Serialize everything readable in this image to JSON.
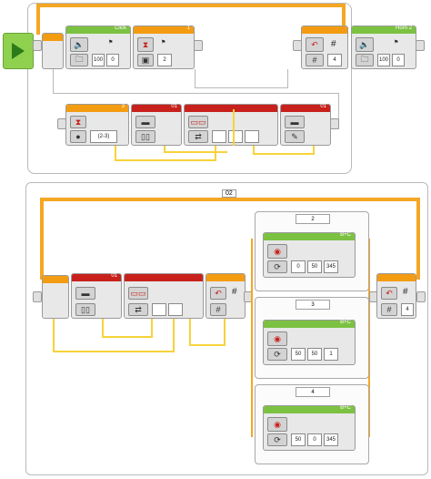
{
  "program_1": {
    "sound_block": {
      "header": "Click",
      "volume": "100",
      "play_type": "0"
    },
    "wait_block": {
      "header": "1",
      "value": "2"
    },
    "loop_interrupt": {
      "symbol": "#",
      "value": "4"
    },
    "sound_block_2": {
      "header": "Horn 2",
      "volume": "100",
      "play_type": "0"
    },
    "inner_wait": {
      "header": "3",
      "value": "(2-3)"
    },
    "variable_1": {
      "header": "01"
    },
    "variable_2": {
      "header": "01"
    }
  },
  "program_2": {
    "loop_label": "02",
    "variable_block": {
      "header": "01"
    },
    "loop_interrupt": {
      "symbol": "#"
    },
    "loop_interrupt_2": {
      "symbol": "#",
      "value": "4"
    },
    "cases": [
      {
        "label": "2",
        "port": "B+C",
        "steering": "0",
        "speed": "50",
        "degrees": "345"
      },
      {
        "label": "3",
        "port": "B+C",
        "steering": "50",
        "speed": "50",
        "degrees": "1"
      },
      {
        "label": "4",
        "port": "B+C",
        "steering": "50",
        "speed": "0",
        "degrees": "345"
      }
    ]
  },
  "colors": {
    "loop": "#f5a623",
    "wire": "#f7d23a",
    "action": "#7cc242",
    "data": "#c8211c",
    "flow": "#f39c12"
  }
}
